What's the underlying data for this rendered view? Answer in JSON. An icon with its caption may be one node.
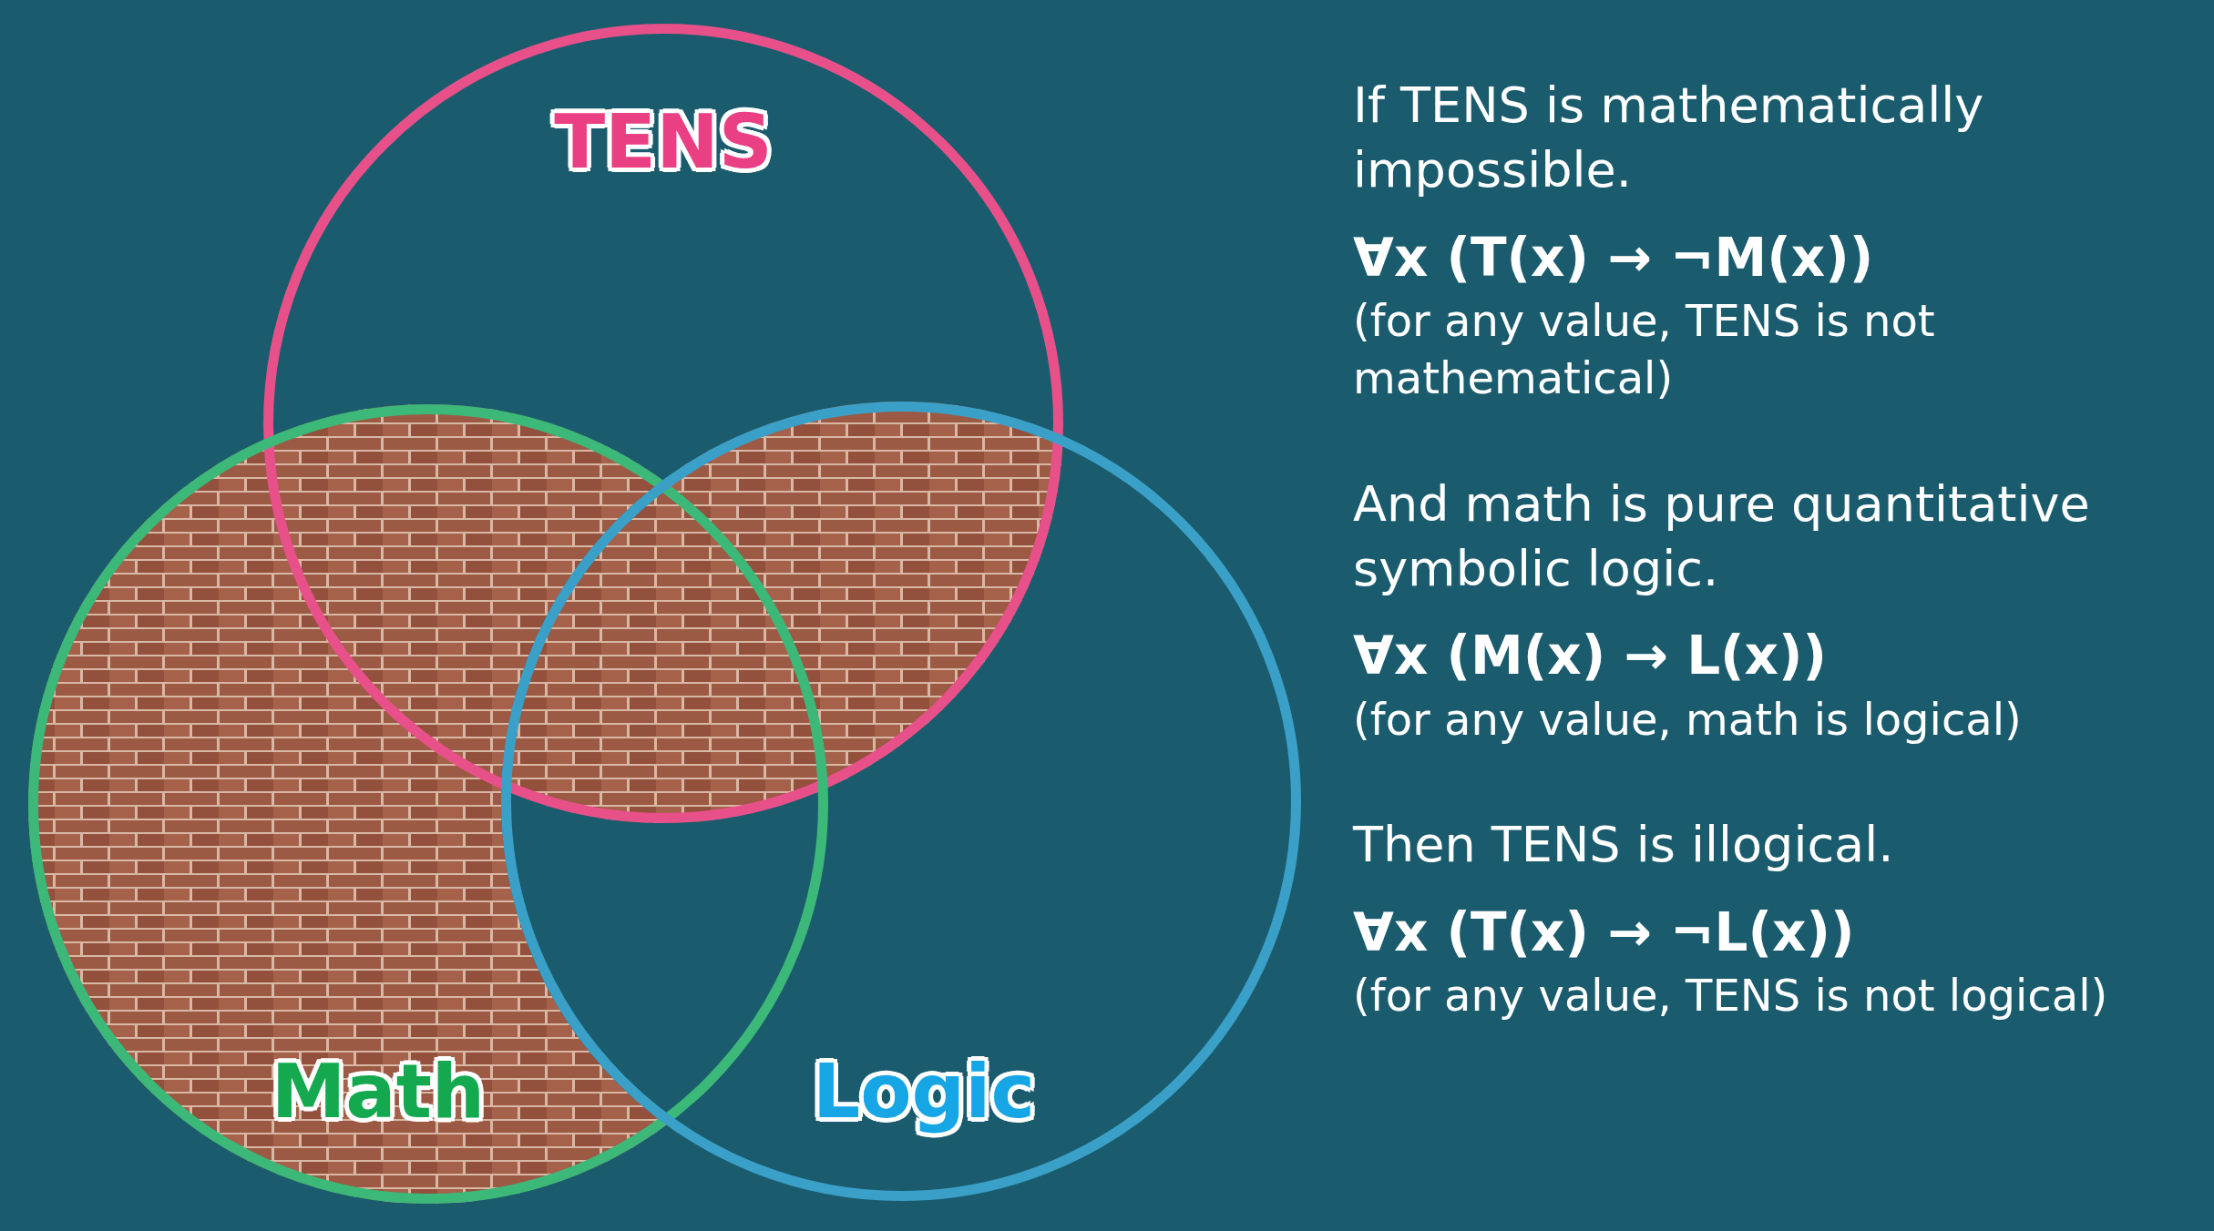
{
  "diagram": {
    "nodes": [
      {
        "text": [
          "TENS"
        ]
      },
      {
        "text": [
          "Math"
        ]
      },
      {
        "text": [
          "Logic"
        ]
      }
    ],
    "labels": [
      "If TENS is mathematically impossible.",
      "∀x (T(x) → ¬M(x))",
      "(for any value, TENS is not mathematical)",
      "And math is pure quantitative symbolic logic.",
      "∀x (M(x) → L(x))",
      "(for any value, math is logical)",
      "Then TENS is illogical.",
      "∀x (T(x) → ¬L(x))",
      "(for any value, TENS is not logical)"
    ]
  }
}
